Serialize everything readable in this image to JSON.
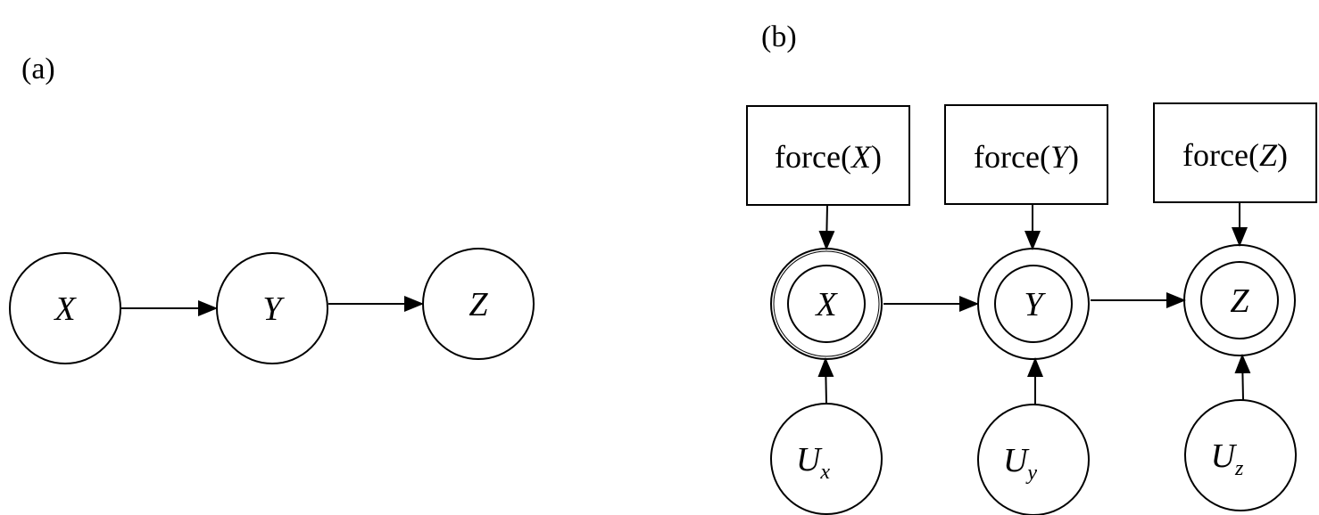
{
  "panel_a": {
    "label": "(a)",
    "nodes": {
      "x": "X",
      "y": "Y",
      "z": "Z"
    }
  },
  "panel_b": {
    "label": "(b)",
    "force_prefix": "force(",
    "force_suffix": ")",
    "force_vars": {
      "x": "X",
      "y": "Y",
      "z": "Z"
    },
    "nodes": {
      "x": "X",
      "y": "Y",
      "z": "Z"
    },
    "noise": {
      "base": "U",
      "x_sub": "x",
      "y_sub": "y",
      "z_sub": "z"
    }
  }
}
